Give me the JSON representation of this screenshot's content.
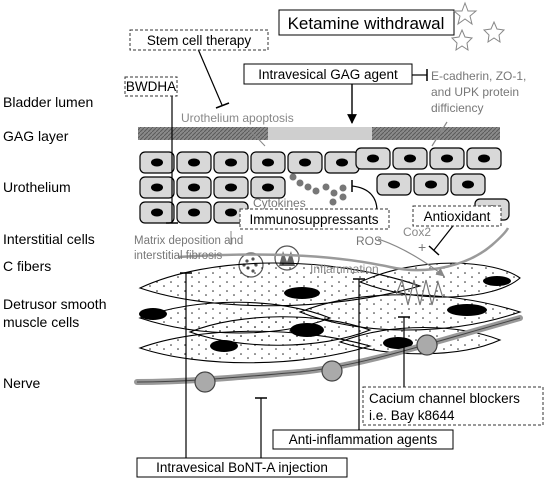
{
  "title": "Ketamine withdrawal",
  "layers": {
    "lumen": "Bladder lumen",
    "gag": "GAG layer",
    "urothelium": "Urothelium",
    "interstitial": "Interstitial cells",
    "cfibers": "C fibers",
    "detrusor_line1": "Detrusor smooth",
    "detrusor_line2": "muscle cells",
    "nerve": "Nerve"
  },
  "treatments": {
    "stem_cell": "Stem cell therapy",
    "bwdha": "BWDHA",
    "gag_agent": "Intravesical GAG agent",
    "immunosuppressants": "Immunosuppressants",
    "antioxidant": "Antioxidant",
    "calcium_line1": "Cacium channel blockers",
    "calcium_line2": "i.e. Bay k8644",
    "anti_inflammation": "Anti-inflammation agents",
    "botox": "Intravesical BoNT-A injection"
  },
  "annotations": {
    "protein_line1": "E-cadherin, ZO-1,",
    "protein_line2": "and UPK protein",
    "protein_line3": "difficiency",
    "apoptosis": "Urothelium apoptosis",
    "cytokines": "Cytokines",
    "matrix_line1": "Matrix deposition and",
    "matrix_line2": "interstitial fibrosis",
    "ros": "ROS",
    "cox2": "Cox2",
    "plus": "+",
    "inflammation": "Inflammation"
  }
}
